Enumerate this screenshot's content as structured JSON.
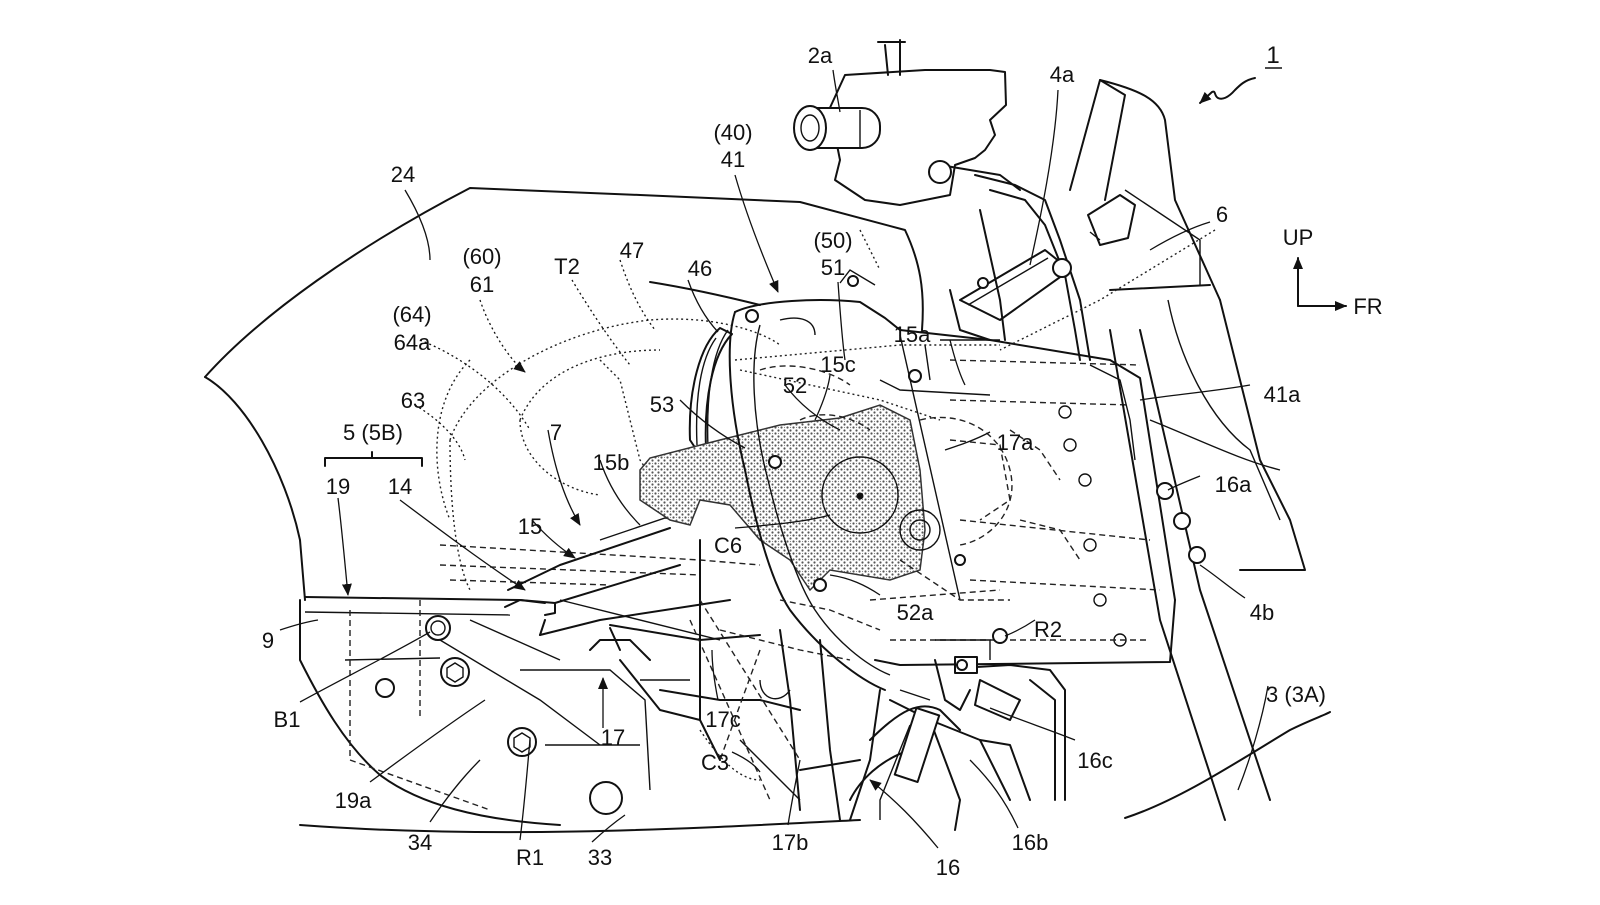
{
  "figure": {
    "reference_numeral": "1",
    "direction_up": "UP",
    "direction_front": "FR"
  },
  "labels": [
    {
      "id": "l-2a",
      "text": "2a"
    },
    {
      "id": "l-1",
      "text": "1"
    },
    {
      "id": "l-4a",
      "text": "4a"
    },
    {
      "id": "l-40",
      "text": "(40)"
    },
    {
      "id": "l-41",
      "text": "41"
    },
    {
      "id": "l-24",
      "text": "24"
    },
    {
      "id": "l-6",
      "text": "6"
    },
    {
      "id": "l-50",
      "text": "(50)"
    },
    {
      "id": "l-51",
      "text": "51"
    },
    {
      "id": "l-60",
      "text": "(60)"
    },
    {
      "id": "l-61",
      "text": "61"
    },
    {
      "id": "l-t2",
      "text": "T2"
    },
    {
      "id": "l-47",
      "text": "47"
    },
    {
      "id": "l-46",
      "text": "46"
    },
    {
      "id": "l-64",
      "text": "(64)"
    },
    {
      "id": "l-64a",
      "text": "64a"
    },
    {
      "id": "l-15a",
      "text": "15a"
    },
    {
      "id": "l-15c",
      "text": "15c"
    },
    {
      "id": "l-52",
      "text": "52"
    },
    {
      "id": "l-41a",
      "text": "41a"
    },
    {
      "id": "l-63",
      "text": "63"
    },
    {
      "id": "l-53",
      "text": "53"
    },
    {
      "id": "l-7",
      "text": "7"
    },
    {
      "id": "l-15b",
      "text": "15b"
    },
    {
      "id": "l-17a",
      "text": "17a"
    },
    {
      "id": "l-5",
      "text": "5 (5B)"
    },
    {
      "id": "l-16a",
      "text": "16a"
    },
    {
      "id": "l-19",
      "text": "19"
    },
    {
      "id": "l-14",
      "text": "14"
    },
    {
      "id": "l-15",
      "text": "15"
    },
    {
      "id": "l-c6",
      "text": "C6"
    },
    {
      "id": "l-52a",
      "text": "52a"
    },
    {
      "id": "l-4b",
      "text": "4b"
    },
    {
      "id": "l-9",
      "text": "9"
    },
    {
      "id": "l-r2",
      "text": "R2"
    },
    {
      "id": "l-3",
      "text": "3 (3A)"
    },
    {
      "id": "l-b1",
      "text": "B1"
    },
    {
      "id": "l-17",
      "text": "17"
    },
    {
      "id": "l-17c",
      "text": "17c"
    },
    {
      "id": "l-16c",
      "text": "16c"
    },
    {
      "id": "l-c3",
      "text": "C3"
    },
    {
      "id": "l-19a",
      "text": "19a"
    },
    {
      "id": "l-34",
      "text": "34"
    },
    {
      "id": "l-r1",
      "text": "R1"
    },
    {
      "id": "l-33",
      "text": "33"
    },
    {
      "id": "l-17b",
      "text": "17b"
    },
    {
      "id": "l-16",
      "text": "16"
    },
    {
      "id": "l-16b",
      "text": "16b"
    }
  ]
}
